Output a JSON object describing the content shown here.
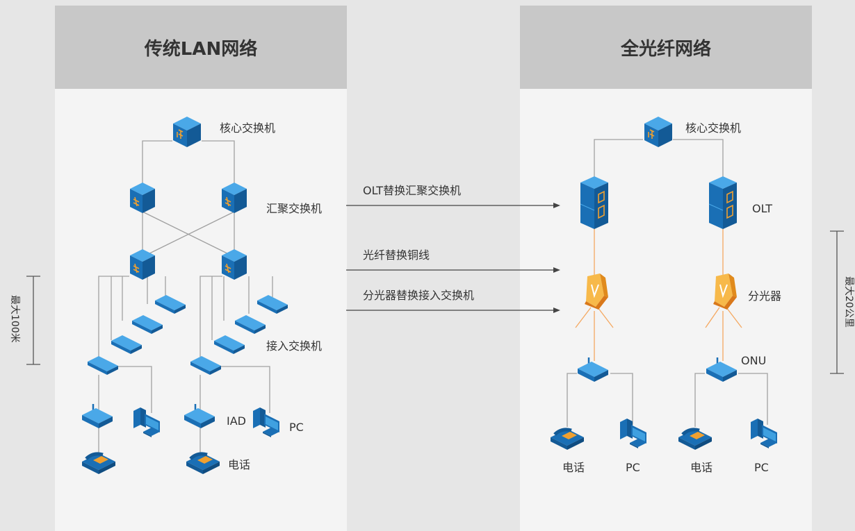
{
  "left_panel": {
    "title": "传统LAN网络"
  },
  "right_panel": {
    "title": "全光纤网络"
  },
  "left": {
    "core": "核心交换机",
    "aggregation": "汇聚交换机",
    "access": "接入交换机",
    "iad": "IAD",
    "pc": "PC",
    "phone": "电话",
    "range": "最大100米"
  },
  "right": {
    "core": "核心交换机",
    "olt": "OLT",
    "splitter": "分光器",
    "onu": "ONU",
    "phone1": "电话",
    "pc1": "PC",
    "phone2": "电话",
    "pc2": "PC",
    "range": "最大20公里"
  },
  "arrows": {
    "olt": "OLT替换汇聚交换机",
    "fiber": "光纤替换铜线",
    "splitter": "分光器替换接入交换机"
  },
  "colors": {
    "device": "#1a6fb5",
    "device_light": "#3fa0e0",
    "accent": "#f0a030",
    "fiber": "#f0a050",
    "line": "#999999"
  }
}
